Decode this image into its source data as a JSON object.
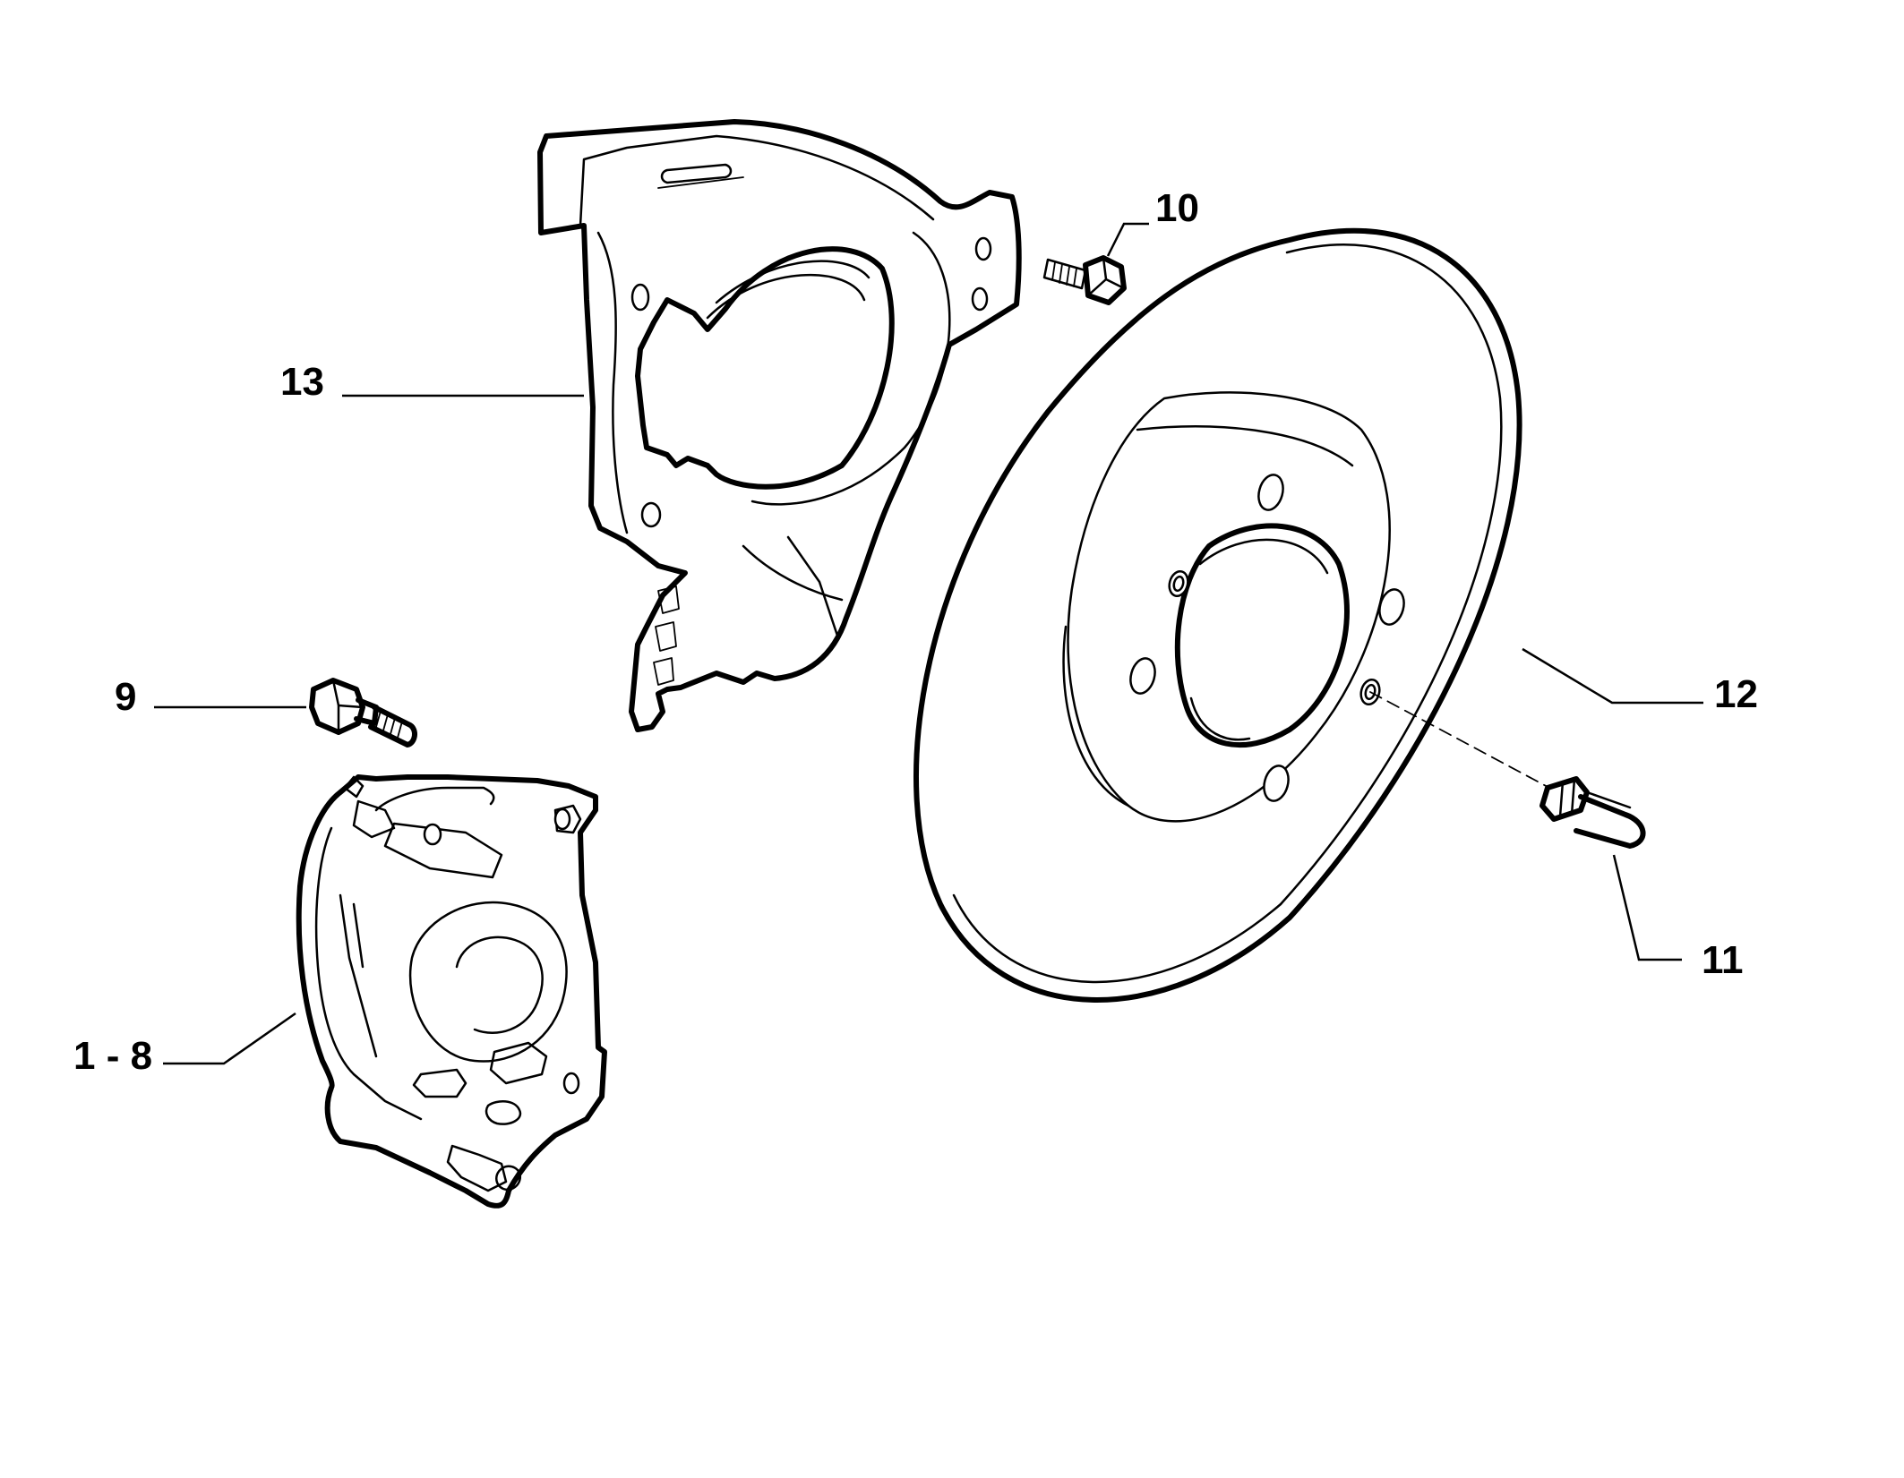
{
  "callouts": [
    {
      "id": "caliper",
      "label": "1 - 8"
    },
    {
      "id": "caliper-bolt",
      "label": "9"
    },
    {
      "id": "shield-screw",
      "label": "10"
    },
    {
      "id": "wheel-stud",
      "label": "11"
    },
    {
      "id": "brake-disc",
      "label": "12"
    },
    {
      "id": "dust-shield",
      "label": "13"
    }
  ],
  "colors": {
    "ink": "#000000",
    "background": "#ffffff"
  }
}
